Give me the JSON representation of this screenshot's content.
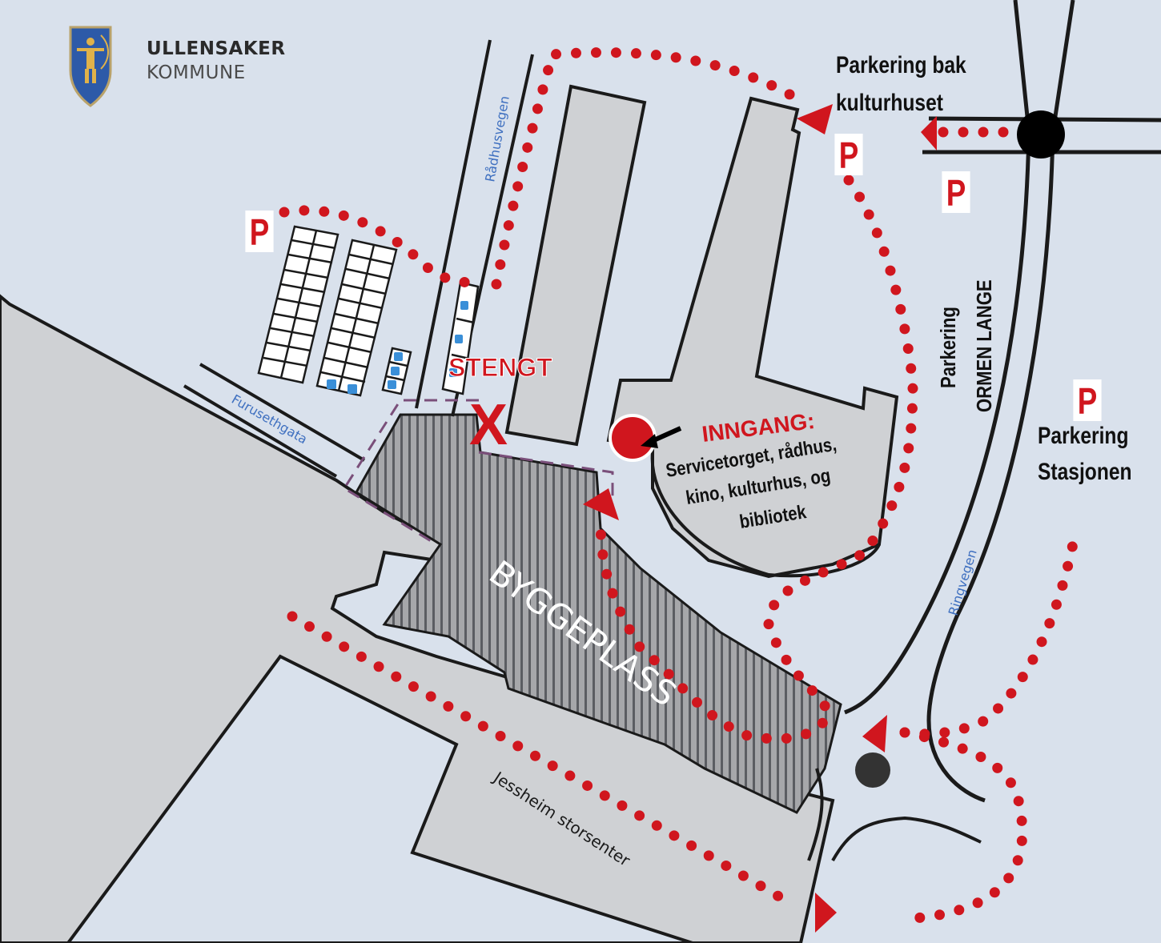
{
  "logo": {
    "title": "ULLENSAKER",
    "subtitle": "KOMMUNE",
    "icon": "coat-of-arms-icon",
    "shield_color": "#2d5aa8",
    "figure_color": "#e0b24a"
  },
  "colors": {
    "background": "#d9e1ec",
    "building": "#cfd2d6",
    "route_red": "#d0161e",
    "outline": "#1a1a1a",
    "street_label": "#3f70c0",
    "detour_dash": "#7a4f7a"
  },
  "parking_markers": [
    {
      "id": "p-left",
      "label": "P"
    },
    {
      "id": "p-kulturhus",
      "label": "P"
    },
    {
      "id": "p-roundabout",
      "label": "P"
    },
    {
      "id": "p-stasjonen",
      "label": "P"
    }
  ],
  "labels": {
    "parkering_bak_line1": "Parkering bak",
    "parkering_bak_line2": "kulturhuset",
    "parkering_ormen_line1": "Parkering",
    "parkering_ormen_line2": "ORMEN LANGE",
    "parkering_stasjonen_line1": "Parkering",
    "parkering_stasjonen_line2": "Stasjonen",
    "stengt": "STENGT",
    "closed_mark": "X",
    "inngang_title": "INNGANG:",
    "inngang_line1": "Servicetorget, rådhus,",
    "inngang_line2": "kino, kulturhus, og",
    "inngang_line3": "bibliotek",
    "byggeplass": "BYGGEPLASS",
    "jessheim_storsenter": "Jessheim storsenter"
  },
  "streets": {
    "radhusvegen": "Rådhusvegen",
    "furusethgata": "Furusethgata",
    "ringvegen": "Ringvegen"
  }
}
